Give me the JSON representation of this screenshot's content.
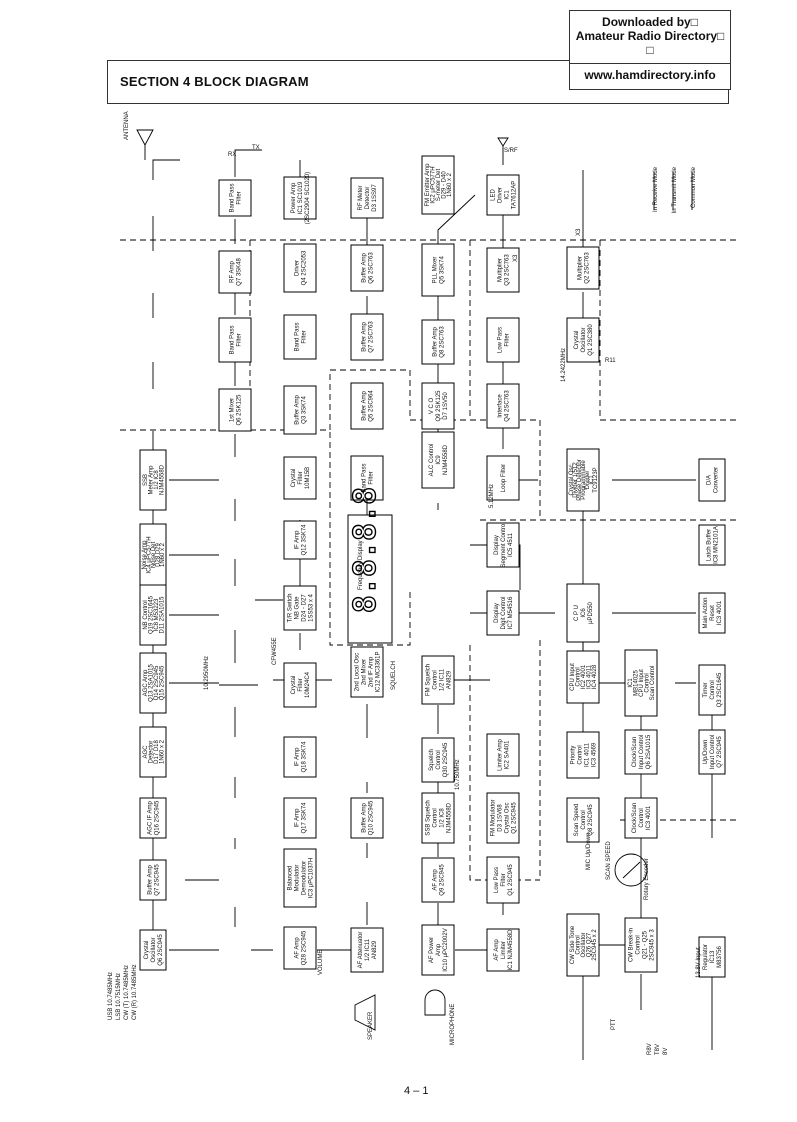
{
  "header": {
    "section": "SECTION   4   BLOCK DIAGRAM"
  },
  "download_box": {
    "line1": "Downloaded by□",
    "line2": "Amateur Radio Directory□",
    "line3": "□",
    "line4": "www.hamdirectory.info"
  },
  "page_number": "4 – 1",
  "legend": {
    "rx": "In Receive Mode",
    "tx": "In Transmit Mode",
    "common": "Common Mode"
  },
  "blocks": [
    {
      "id": "bpf1",
      "lines": [
        "Band Pass",
        "Filter"
      ]
    },
    {
      "id": "pa",
      "lines": [
        "Power Amp",
        "IC1 SC1019",
        "(2SC2904 SC1020)"
      ]
    },
    {
      "id": "rfmeter",
      "lines": [
        "RF Meter",
        "Detector",
        "D3 1SS97"
      ]
    },
    {
      "id": "fmemit",
      "lines": [
        "FM Emitter Amp",
        "IC2 μPC577H",
        "S-meter Det",
        "D29 - D40",
        "1N60 x 2"
      ]
    },
    {
      "id": "led",
      "lines": [
        "LED",
        "Driver",
        "IC1",
        "TA7612AP"
      ]
    },
    {
      "id": "rfamp",
      "lines": [
        "RF Amp",
        "Q7 3SK48"
      ]
    },
    {
      "id": "driver",
      "lines": [
        "Driver",
        "Q4 2SC2053"
      ]
    },
    {
      "id": "buf6",
      "lines": [
        "Buffer Amp",
        "Q6 2SC763"
      ]
    },
    {
      "id": "pll",
      "lines": [
        "PLL Mixer",
        "Q5 3SK74"
      ]
    },
    {
      "id": "mul1",
      "lines": [
        "Multiplier",
        "Q3 2SC763"
      ]
    },
    {
      "id": "mul2",
      "lines": [
        "Multiplier",
        "Q2 2SC763"
      ]
    },
    {
      "id": "bpf2",
      "lines": [
        "Band Pass",
        "Filter"
      ]
    },
    {
      "id": "bpf3",
      "lines": [
        "Band Pass",
        "Filter"
      ]
    },
    {
      "id": "buf7",
      "lines": [
        "Buffer Amp",
        "Q7 2SC763"
      ]
    },
    {
      "id": "buf8",
      "lines": [
        "Buffer Amp",
        "Q8 2SC763"
      ]
    },
    {
      "id": "lpf1",
      "lines": [
        "Low Pass",
        "Filter"
      ]
    },
    {
      "id": "xosc1",
      "lines": [
        "Crystal",
        "Oscillator",
        "Q1 2SC380"
      ]
    },
    {
      "id": "mix1",
      "lines": [
        "1st Mixer",
        "Q6 2SK125"
      ]
    },
    {
      "id": "buf3",
      "lines": [
        "Buffer Amp",
        "Q3 3SK74"
      ]
    },
    {
      "id": "buf5",
      "lines": [
        "Buffer Amp",
        "Q5 2SC964"
      ]
    },
    {
      "id": "vco",
      "lines": [
        "V C O",
        "Q9 2SK125",
        "D7 1SV50"
      ]
    },
    {
      "id": "intf",
      "lines": [
        "Interface",
        "Q4 2SC763"
      ]
    },
    {
      "id": "ssbm",
      "lines": [
        "SSB",
        "Meter Amp",
        "1/2 IC8",
        "NJM4558D"
      ]
    },
    {
      "id": "xfil1",
      "lines": [
        "Crystal",
        "Filter",
        "10M15B"
      ]
    },
    {
      "id": "bpf4",
      "lines": [
        "Band Pass",
        "Filter"
      ]
    },
    {
      "id": "alc",
      "lines": [
        "ALC Control",
        "IC9",
        "NJM4558D"
      ]
    },
    {
      "id": "loop",
      "lines": [
        "Loop Filter"
      ]
    },
    {
      "id": "ic1pll",
      "lines": [
        "Crystal Osc",
        "Divider 1/512",
        "Phase Detector",
        "Programmable",
        "Divider",
        "IC1",
        "TC9123P"
      ]
    },
    {
      "id": "da",
      "lines": [
        "D/A",
        "Converter"
      ]
    },
    {
      "id": "noise",
      "lines": [
        "Noise Amp",
        "IC4 μPC577H",
        "Noise Det",
        "D28 D29",
        "1N60 x 2"
      ]
    },
    {
      "id": "ifamp12",
      "lines": [
        "IF Amp",
        "Q12 3SK74"
      ]
    },
    {
      "id": "txmix",
      "lines": [
        "TX Mixer",
        "Q1  Q2",
        "2SK125 x 2"
      ]
    },
    {
      "id": "segctl",
      "lines": [
        "Display",
        "Segment Control",
        "IC5 4511"
      ]
    },
    {
      "id": "latch",
      "lines": [
        "Latch Buffer",
        "IC8 MN2101A"
      ]
    },
    {
      "id": "nbctl",
      "lines": [
        "NB Control",
        "Q19 2SC1645",
        "IC8 M53223",
        "D11 2SA1015"
      ]
    },
    {
      "id": "trsw",
      "lines": [
        "T/R Switch",
        "NB Gate",
        "D24 - D27",
        "1SS53 x 4"
      ]
    },
    {
      "id": "txif",
      "lines": [
        "TX IF Amp",
        "Q12 3SK74"
      ]
    },
    {
      "id": "digctl",
      "lines": [
        "Display",
        "Digit Control",
        "IC7 M54516"
      ]
    },
    {
      "id": "cpu",
      "lines": [
        "C P U",
        "IC6",
        "μPD550"
      ]
    },
    {
      "id": "mreset",
      "lines": [
        "Main Action",
        "Reset",
        "IC3 4001"
      ]
    },
    {
      "id": "agcamp",
      "lines": [
        "AGC Amp",
        "Q13 2SA1015",
        "Q14 2SC945",
        "Q15 2SC945"
      ]
    },
    {
      "id": "xfil2",
      "lines": [
        "Crystal",
        "Filter",
        "10M24C4"
      ]
    },
    {
      "id": "lo2",
      "lines": [
        "2nd Local Osc",
        "2nd Mixer",
        "2nd IF Amp",
        "IC12 MC3361P"
      ]
    },
    {
      "id": "fmsq",
      "lines": [
        "FM Squelch",
        "Control",
        "1/2 IC11",
        "AN829"
      ]
    },
    {
      "id": "cpuin",
      "lines": [
        "CPU Input",
        "Control",
        "IC2 4001",
        "IC3 4011",
        "IC4 4028"
      ]
    },
    {
      "id": "ic1cpu",
      "lines": [
        "IC1",
        "MB14025",
        "CPU Input",
        "Control",
        "Scan Control"
      ]
    },
    {
      "id": "timer",
      "lines": [
        "Timer",
        "Control",
        "Q3 2SC1645"
      ]
    },
    {
      "id": "agcdet",
      "lines": [
        "AGC",
        "Detector",
        "D17 D18",
        "1N60 x 2"
      ]
    },
    {
      "id": "ifamp18",
      "lines": [
        "IF Amp",
        "Q18 3SK74"
      ]
    },
    {
      "id": "sqctl",
      "lines": [
        "Squelch",
        "Control",
        "Q30 2SC945"
      ]
    },
    {
      "id": "limit1",
      "lines": [
        "Limiter Amp",
        "IC2 SA401"
      ]
    },
    {
      "id": "prio",
      "lines": [
        "Priority",
        "Control",
        "IC1 4011",
        "IC3 4569"
      ]
    },
    {
      "id": "clk",
      "lines": [
        "Clock/Scan",
        "Input Control",
        "Q6 2SA1015"
      ]
    },
    {
      "id": "updown",
      "lines": [
        "Up/Down",
        "Input Control",
        "Q7 2SC945"
      ]
    },
    {
      "id": "agcif",
      "lines": [
        "AGC IF Amp",
        "Q16 2SC945"
      ]
    },
    {
      "id": "ifamp17",
      "lines": [
        "IF Amp",
        "Q17 3SK74"
      ]
    },
    {
      "id": "buf10",
      "lines": [
        "Buffer Amp",
        "Q10 2SC945"
      ]
    },
    {
      "id": "ssbsq",
      "lines": [
        "SSB Squelch",
        "Control",
        "1/2 IC8",
        "NJM4558D"
      ]
    },
    {
      "id": "fmmod",
      "lines": [
        "FM Modulator",
        "D3 1SV68",
        "Crystal Osc",
        "Q1 2SC945"
      ]
    },
    {
      "id": "scanspd",
      "lines": [
        "Scan Speed",
        "Control",
        "Q8 2SC945"
      ]
    },
    {
      "id": "clkscan",
      "lines": [
        "Clock/Scan",
        "Control",
        "IC3 4001"
      ]
    },
    {
      "id": "buf7b",
      "lines": [
        "Buffer Amp",
        "Q7 2SC945"
      ]
    },
    {
      "id": "balmod",
      "lines": [
        "Balanced",
        "Modulator",
        "Demodulator",
        "IC3 μPC1037H"
      ]
    },
    {
      "id": "afamp9",
      "lines": [
        "AF Amp",
        "Q9 2SC945"
      ]
    },
    {
      "id": "lpf2",
      "lines": [
        "Low Pass",
        "Filter",
        "Q1 2SC945"
      ]
    },
    {
      "id": "xosc2",
      "lines": [
        "Crystal",
        "Oscillator",
        "Q6 2SC945"
      ]
    },
    {
      "id": "afamp28",
      "lines": [
        "AF Amp",
        "Q28 2SC945"
      ]
    },
    {
      "id": "afatt",
      "lines": [
        "AF Attenuator",
        "1/2 IC11",
        "AN829"
      ]
    },
    {
      "id": "afpow",
      "lines": [
        "AF Power",
        "Amp",
        "IC10 μPC2002V"
      ]
    },
    {
      "id": "aflim",
      "lines": [
        "AF Amp",
        "Limiter",
        "IC1 NJM4558D"
      ]
    },
    {
      "id": "cwtone",
      "lines": [
        "CW Side Tone",
        "Control",
        "Oscillator",
        "Q26 Q27",
        "2SC945 x 2"
      ]
    },
    {
      "id": "cwbrk",
      "lines": [
        "CW Break-in",
        "Control",
        "Q21 - Q25",
        "2SC945 x 3"
      ]
    },
    {
      "id": "reg",
      "lines": [
        "Regulator",
        "IC13",
        "M83756"
      ]
    }
  ],
  "labels": {
    "antenna": "ANTENNA",
    "rx": "RX",
    "tx": "TX",
    "srf": "S/RF",
    "x3a": "X3",
    "x3b": "X3",
    "xtal_pll": "14.2422MHz",
    "r11": "R11",
    "ref": "5.12MHz",
    "freq": "Frequency Display",
    "digits": "8.8.8.8",
    "if2": "10.2950MHz",
    "cfw": "CFW455E",
    "sq": "SQUELCH",
    "fm": "10.750MHz",
    "carrier": [
      "USB  10.7485MHz",
      "LSB  10.7515MHz",
      "CW (T)  10.7485MHz",
      "CW (R)  10.7485MHz"
    ],
    "volume": "VOLUME",
    "speaker": "SPEAKER",
    "mic": "MICROPHONE",
    "ptt": "PTT",
    "micud": "MIC Up/Down",
    "scanspd": "SCAN SPEED",
    "rotary": "Rotary Encoder",
    "v1": "R8V",
    "v2": "T8V",
    "v3": "8V",
    "pwr": "13.8V Input"
  }
}
